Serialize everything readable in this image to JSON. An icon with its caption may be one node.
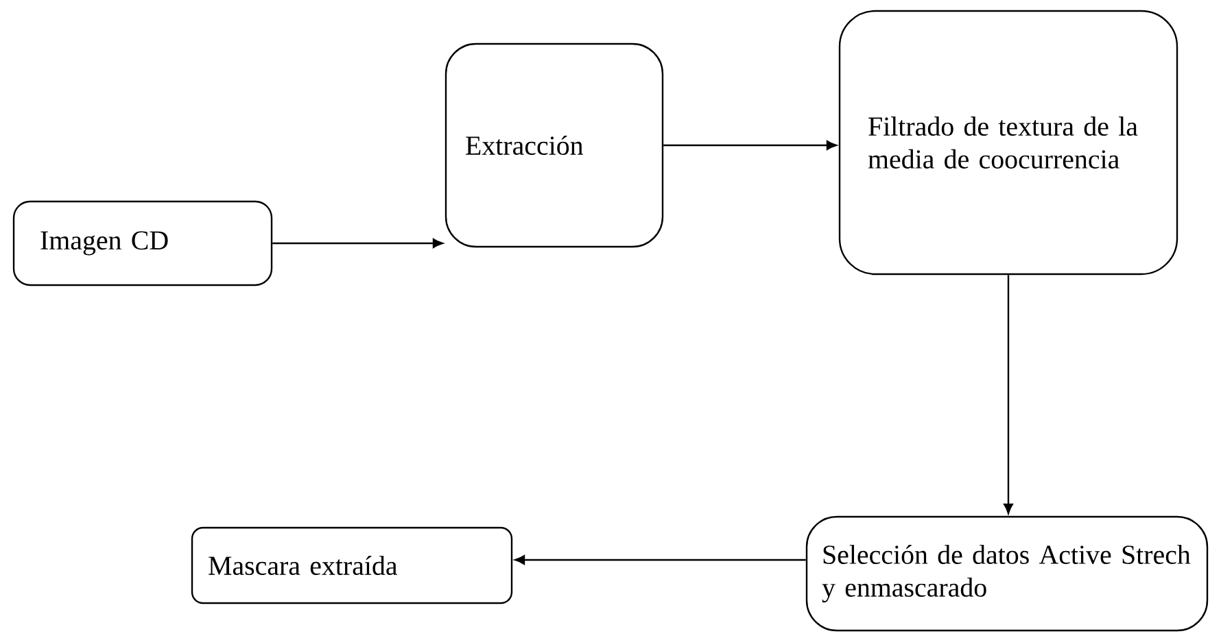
{
  "diagram": {
    "nodes": [
      {
        "text": [
          "Imagen CD"
        ]
      },
      {
        "text": [
          "Extracción"
        ]
      },
      {
        "text": [
          "Filtrado de textura de la media de coocurrencia"
        ]
      },
      {
        "text": [
          "Selección de datos Active Strech y enmascarado"
        ]
      },
      {
        "text": [
          "Mascara extraída"
        ]
      }
    ],
    "edges": [
      {
        "from": 0,
        "to": 1,
        "arrow": "to"
      },
      {
        "from": 1,
        "to": 2,
        "arrow": "to"
      },
      {
        "from": 2,
        "to": 3,
        "arrow": "to"
      },
      {
        "from": 3,
        "to": 4,
        "arrow": "to"
      }
    ]
  }
}
